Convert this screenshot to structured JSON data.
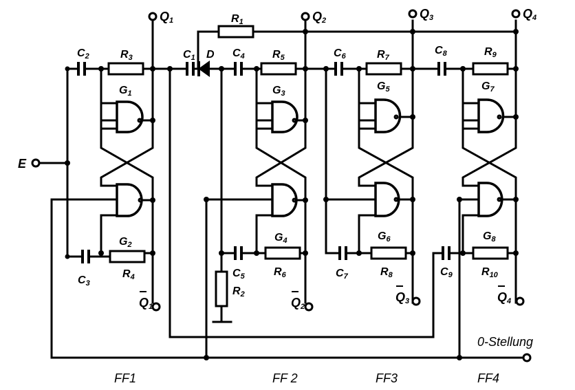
{
  "diagram": {
    "inputs": {
      "E": "E"
    },
    "outputs": {
      "Q1": "Q",
      "Q1_sub": "1",
      "Q2": "Q",
      "Q2_sub": "2",
      "Q3": "Q",
      "Q3_sub": "3",
      "Q4": "Q",
      "Q4_sub": "4",
      "Q1n": "Q",
      "Q1n_sub": "1",
      "Q2n": "Q",
      "Q2n_sub": "2",
      "Q3n": "Q",
      "Q3n_sub": "3",
      "Q4n": "Q",
      "Q4n_sub": "4"
    },
    "reset_label": "0-Stellung",
    "flipflops": [
      "FF1",
      "FF 2",
      "FF3",
      "FF4"
    ],
    "gates": [
      "G1",
      "G2",
      "G3",
      "G4",
      "G5",
      "G6",
      "G7",
      "G8"
    ],
    "resistors": [
      "R1",
      "R2",
      "R3",
      "R4",
      "R5",
      "R6",
      "R7",
      "R8",
      "R9",
      "R10"
    ],
    "capacitors": [
      "C1",
      "C2",
      "C3",
      "C4",
      "C5",
      "C6",
      "C7",
      "C8",
      "C9"
    ],
    "diode": "D",
    "labels": {
      "G": "G",
      "R": "R",
      "C": "C",
      "g1": "1",
      "g2": "2",
      "g3": "3",
      "g4": "4",
      "g5": "5",
      "g6": "6",
      "g7": "7",
      "g8": "8",
      "r1": "1",
      "r2": "2",
      "r3": "3",
      "r4": "4",
      "r5": "5",
      "r6": "6",
      "r7": "7",
      "r8": "8",
      "r9": "9",
      "r10": "10",
      "c1": "1",
      "c2": "2",
      "c3": "3",
      "c4": "4",
      "c5": "5",
      "c6": "6",
      "c7": "7",
      "c8": "8",
      "c9": "9"
    }
  }
}
